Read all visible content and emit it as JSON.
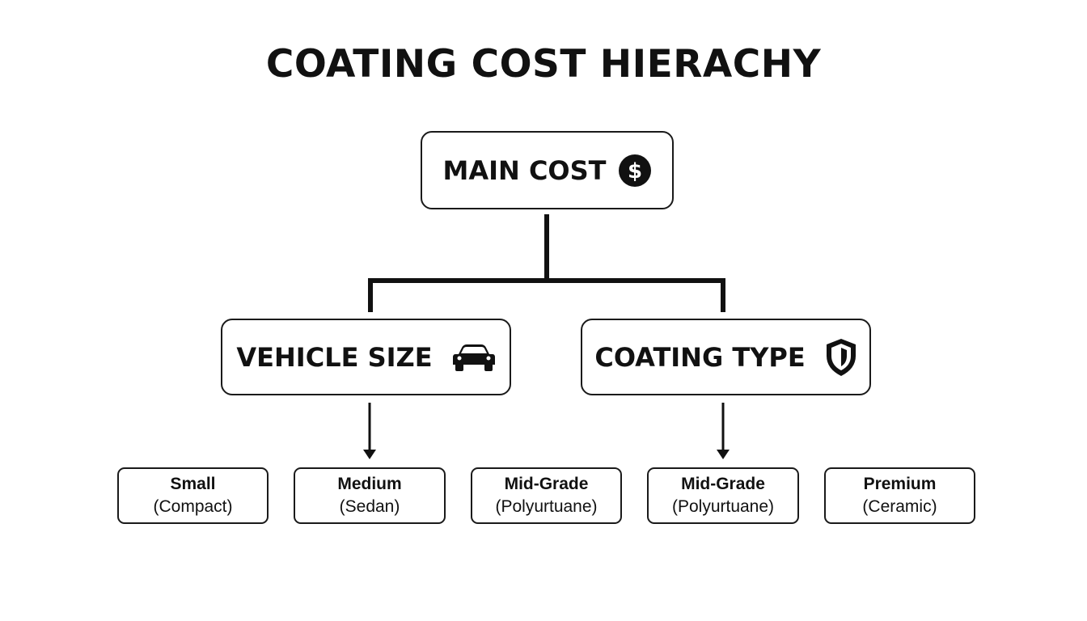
{
  "title": "COATING COST HIERACHY",
  "root": {
    "label": "MAIN COST",
    "icon": "dollar-sign-icon"
  },
  "branches": [
    {
      "label": "VEHICLE SIZE",
      "icon": "car-icon"
    },
    {
      "label": "COATING TYPE",
      "icon": "shield-icon"
    }
  ],
  "leaves": [
    {
      "line1": "Small",
      "line2": "(Compact)"
    },
    {
      "line1": "Medium",
      "line2": "(Sedan)"
    },
    {
      "line1": "Mid-Grade",
      "line2": "(Polyurtuane)"
    },
    {
      "line1": "Mid-Grade",
      "line2": "(Polyurtuane)"
    },
    {
      "line1": "Premium",
      "line2": "(Ceramic)"
    }
  ],
  "colors": {
    "ink": "#111111",
    "background": "#ffffff"
  }
}
